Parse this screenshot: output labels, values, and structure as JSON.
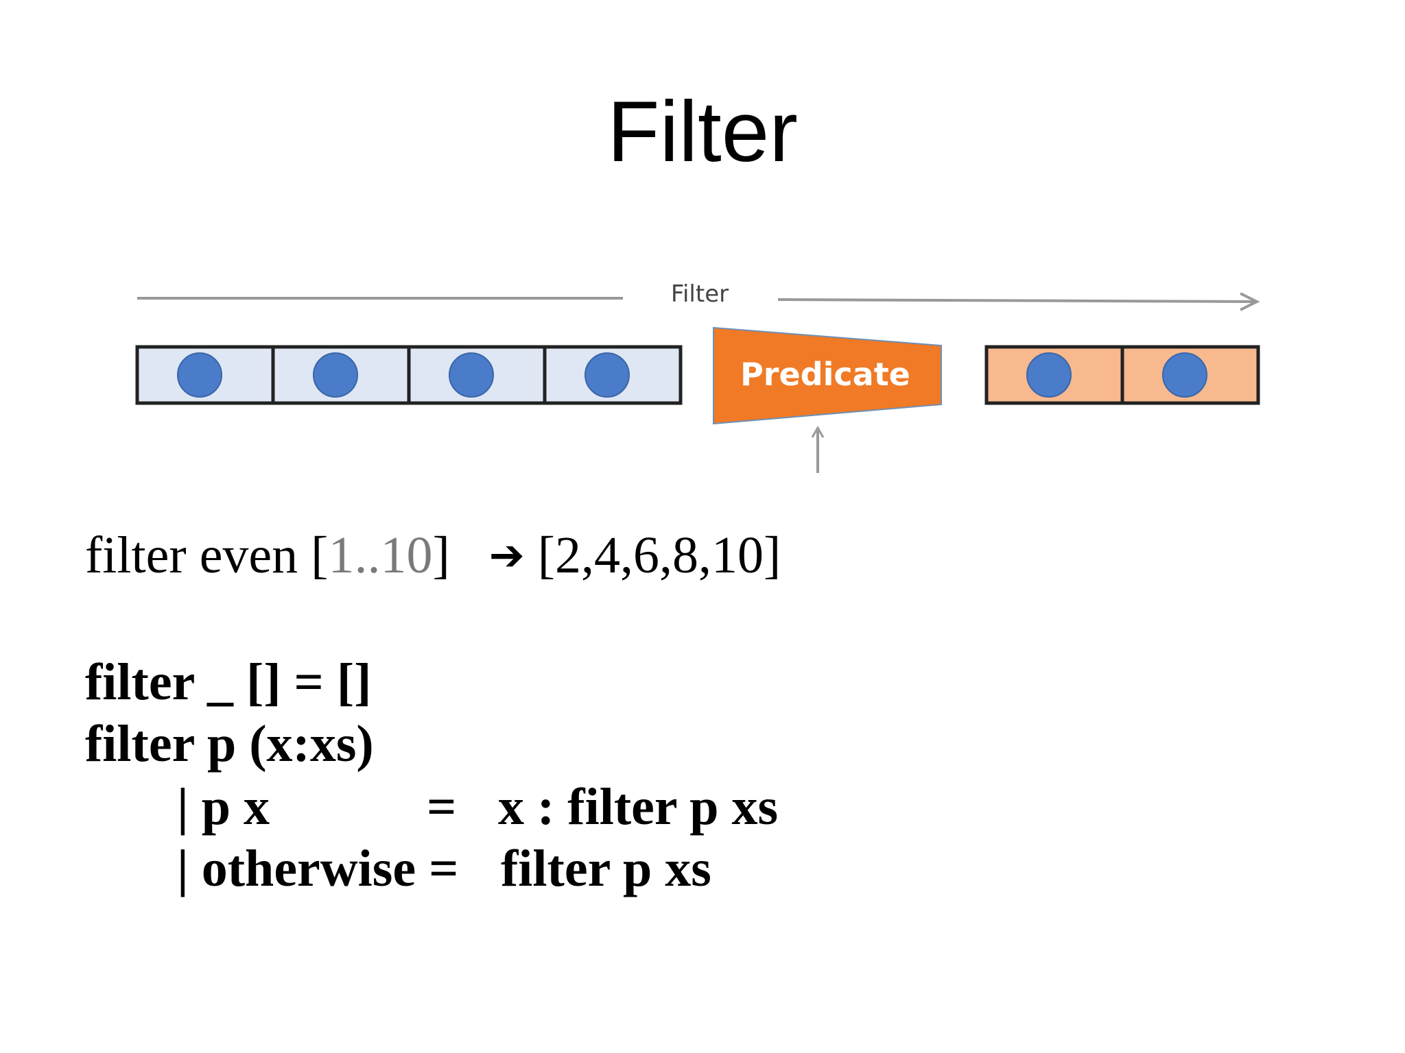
{
  "slide": {
    "title": "Filter"
  },
  "diagram": {
    "filter_label": "Filter",
    "predicate_label": "Predicate",
    "input_items": 4,
    "output_items": 2,
    "colors": {
      "input_cell": "#dfe7f4",
      "output_cell": "#f7b98d",
      "ball": "#4a7cc9",
      "predicate": "#f07a25",
      "arrow": "#999999"
    }
  },
  "example": {
    "prefix": "filter even [",
    "range": "1..10",
    "suffix": "]",
    "arrow": "➔",
    "result": "[2,4,6,8,10]"
  },
  "code": {
    "line1": "filter _ [] = []",
    "line2": "filter p (x:xs)",
    "guard1_cond": "| p x",
    "guard1_eq": "=",
    "guard1_expr": "x : filter p xs",
    "guard2_cond": "| otherwise =",
    "guard2_expr": "filter p xs"
  }
}
